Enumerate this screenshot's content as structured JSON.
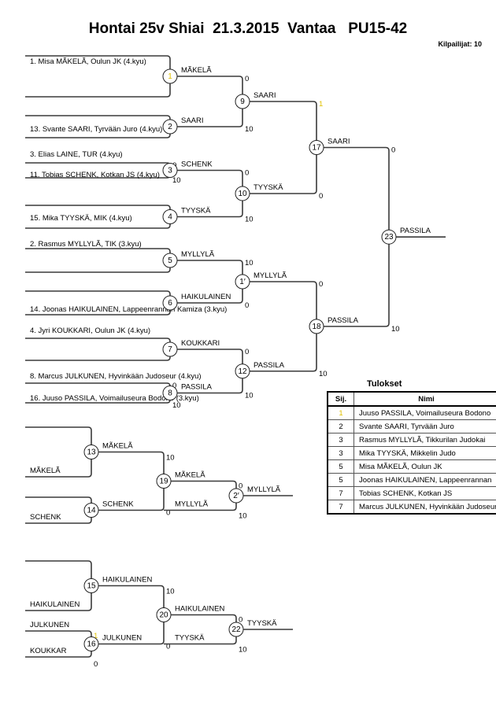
{
  "header": {
    "title": "Hontai 25v Shiai  21.3.2015  Vantaa   PU15-42",
    "competitors": "Kilpailijat: 10"
  },
  "entries": [
    "1. Misa MÃKELÃ, Oulun JK (4.kyu)",
    "13. Svante SAARI, Tyrvään Juro (4.kyu)",
    "3. Elias LAINE, TUR (4.kyu)",
    "11. Tobias SCHENK, Kotkan JS (4.kyu)",
    "15. Mika TYYSKÄ, MIK (4.kyu)",
    "2. Rasmus MYLLYLÃ, TIK (3.kyu)",
    "14. Joonas HAIKULAINEN, Lappeenrannan Kamiza (3.kyu)",
    "4. Jyri KOUKKARI, Oulun JK (4.kyu)",
    "8. Marcus JULKUNEN, Hyvinkään Judoseur (4.kyu)",
    "16. Juuso PASSILA, Voimailuseura Bodono (3.kyu)"
  ],
  "matches": [
    {
      "id": "1",
      "winner": "MÃKELÃ",
      "highlight": true,
      "scores": [
        "",
        ""
      ]
    },
    {
      "id": "2",
      "winner": "SAARI",
      "scores": [
        "",
        ""
      ]
    },
    {
      "id": "3",
      "winner": "SCHENK",
      "scores": [
        "0",
        "10"
      ]
    },
    {
      "id": "4",
      "winner": "TYYSKÄ",
      "scores": [
        "",
        ""
      ]
    },
    {
      "id": "5",
      "winner": "MYLLYLÃ",
      "scores": [
        "",
        ""
      ]
    },
    {
      "id": "6",
      "winner": "HAIKULAINEN",
      "scores": [
        "",
        ""
      ]
    },
    {
      "id": "7",
      "winner": "KOUKKARI",
      "scores": [
        "",
        ""
      ]
    },
    {
      "id": "8",
      "winner": "PASSILA",
      "scores": [
        "0",
        "10"
      ]
    },
    {
      "id": "9",
      "winner": "SAARI",
      "scores": [
        "0",
        "10"
      ]
    },
    {
      "id": "10",
      "winner": "TYYSKÄ",
      "scores": [
        "0",
        "10"
      ]
    },
    {
      "id": "11",
      "winner": "MYLLYLÃ",
      "scores": [
        "10",
        "0"
      ]
    },
    {
      "id": "12",
      "winner": "PASSILA",
      "scores": [
        "0",
        "10"
      ]
    },
    {
      "id": "17",
      "winner": "SAARI",
      "scores": [
        "1",
        "0"
      ],
      "score_highlight": [
        true,
        false
      ]
    },
    {
      "id": "18",
      "winner": "PASSILA",
      "scores": [
        "0",
        "10"
      ]
    },
    {
      "id": "23",
      "winner": "PASSILA",
      "scores": [
        "0",
        "10"
      ]
    }
  ],
  "repechage": [
    {
      "inputs": [
        "MÃKELÃ",
        "SCHENK"
      ],
      "matches": [
        {
          "id": "13",
          "winner": "MÃKELÃ"
        },
        {
          "id": "14",
          "winner": "SCHENK"
        },
        {
          "id": "19",
          "winner": "MÃKELÃ",
          "scores": [
            "10",
            "0"
          ]
        },
        {
          "id": "21",
          "winner": "MYLLYLÃ",
          "scores": [
            "0",
            "10"
          ]
        }
      ],
      "incoming": "MYLLYLÃ"
    },
    {
      "inputs": [
        "HAIKULAINEN",
        "JULKUNEN",
        "KOUKKAR"
      ],
      "matches": [
        {
          "id": "15",
          "winner": "HAIKULAINEN"
        },
        {
          "id": "16",
          "winner": "JULKUNEN",
          "scores": [
            "1",
            "0"
          ]
        },
        {
          "id": "20",
          "winner": "HAIKULAINEN",
          "scores": [
            "10",
            "0"
          ]
        },
        {
          "id": "22",
          "winner": "TYYSKÄ",
          "scores": [
            "0",
            "10"
          ]
        }
      ],
      "incoming": "TYYSKÄ"
    }
  ],
  "results": {
    "title": "Tulokset",
    "columns": [
      "Sij.",
      "Nimi"
    ],
    "rows": [
      {
        "place": "1",
        "name": "Juuso PASSILA, Voimailuseura Bodono",
        "highlight": true
      },
      {
        "place": "2",
        "name": "Svante SAARI, Tyrvään Juro"
      },
      {
        "place": "3",
        "name": "Rasmus MYLLYLÃ, Tikkurilan Judokai"
      },
      {
        "place": "3",
        "name": "Mika TYYSKÄ, Mikkelin Judo"
      },
      {
        "place": "5",
        "name": "Misa MÃKELÃ, Oulun JK"
      },
      {
        "place": "5",
        "name": "Joonas HAIKULAINEN, Lappeenrannan"
      },
      {
        "place": "7",
        "name": "Tobias SCHENK, Kotkan JS"
      },
      {
        "place": "7",
        "name": "Marcus JULKUNEN, Hyvinkään Judoseura"
      }
    ]
  }
}
